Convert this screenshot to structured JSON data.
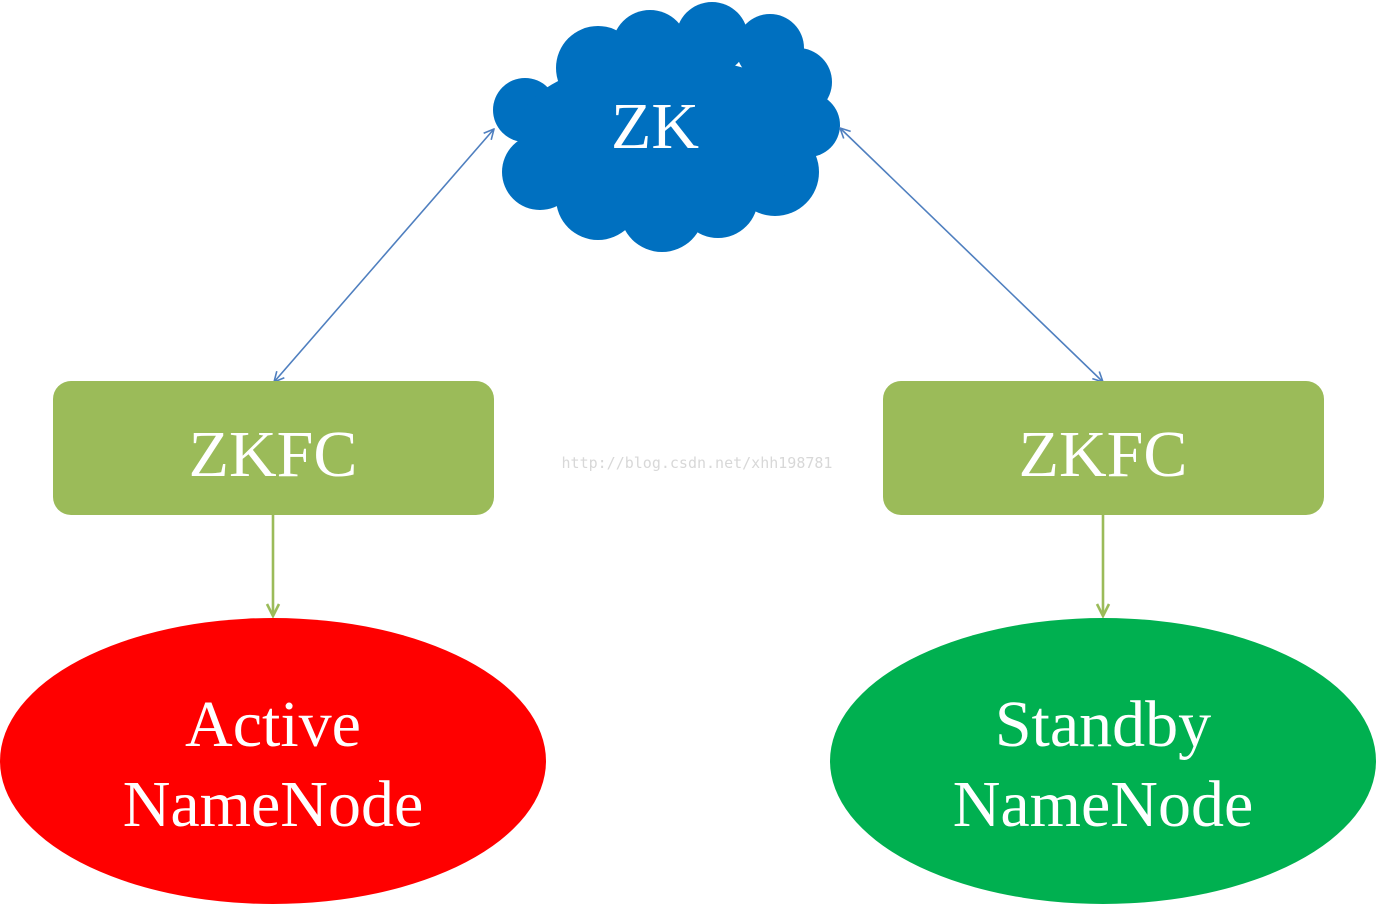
{
  "diagram": {
    "colors": {
      "zk_cloud": "#0070c0",
      "zkfc_box": "#9bbb59",
      "active_ellipse": "#ff0000",
      "standby_ellipse": "#00b050",
      "zk_link": "#4f7fbf",
      "zkfc_to_nn_link": "#9bbb59",
      "label_text": "#ffffff",
      "watermark_text": "#d8d8d8"
    },
    "zk": {
      "label": "ZK",
      "shape": "cloud"
    },
    "zkfc_left": {
      "label": "ZKFC",
      "shape": "rounded-rectangle"
    },
    "zkfc_right": {
      "label": "ZKFC",
      "shape": "rounded-rectangle"
    },
    "active_namenode": {
      "line1": "Active",
      "line2": "NameNode",
      "shape": "ellipse"
    },
    "standby_namenode": {
      "line1": "Standby",
      "line2": "NameNode",
      "shape": "ellipse"
    },
    "watermark": "http://blog.csdn.net/xhh198781"
  }
}
